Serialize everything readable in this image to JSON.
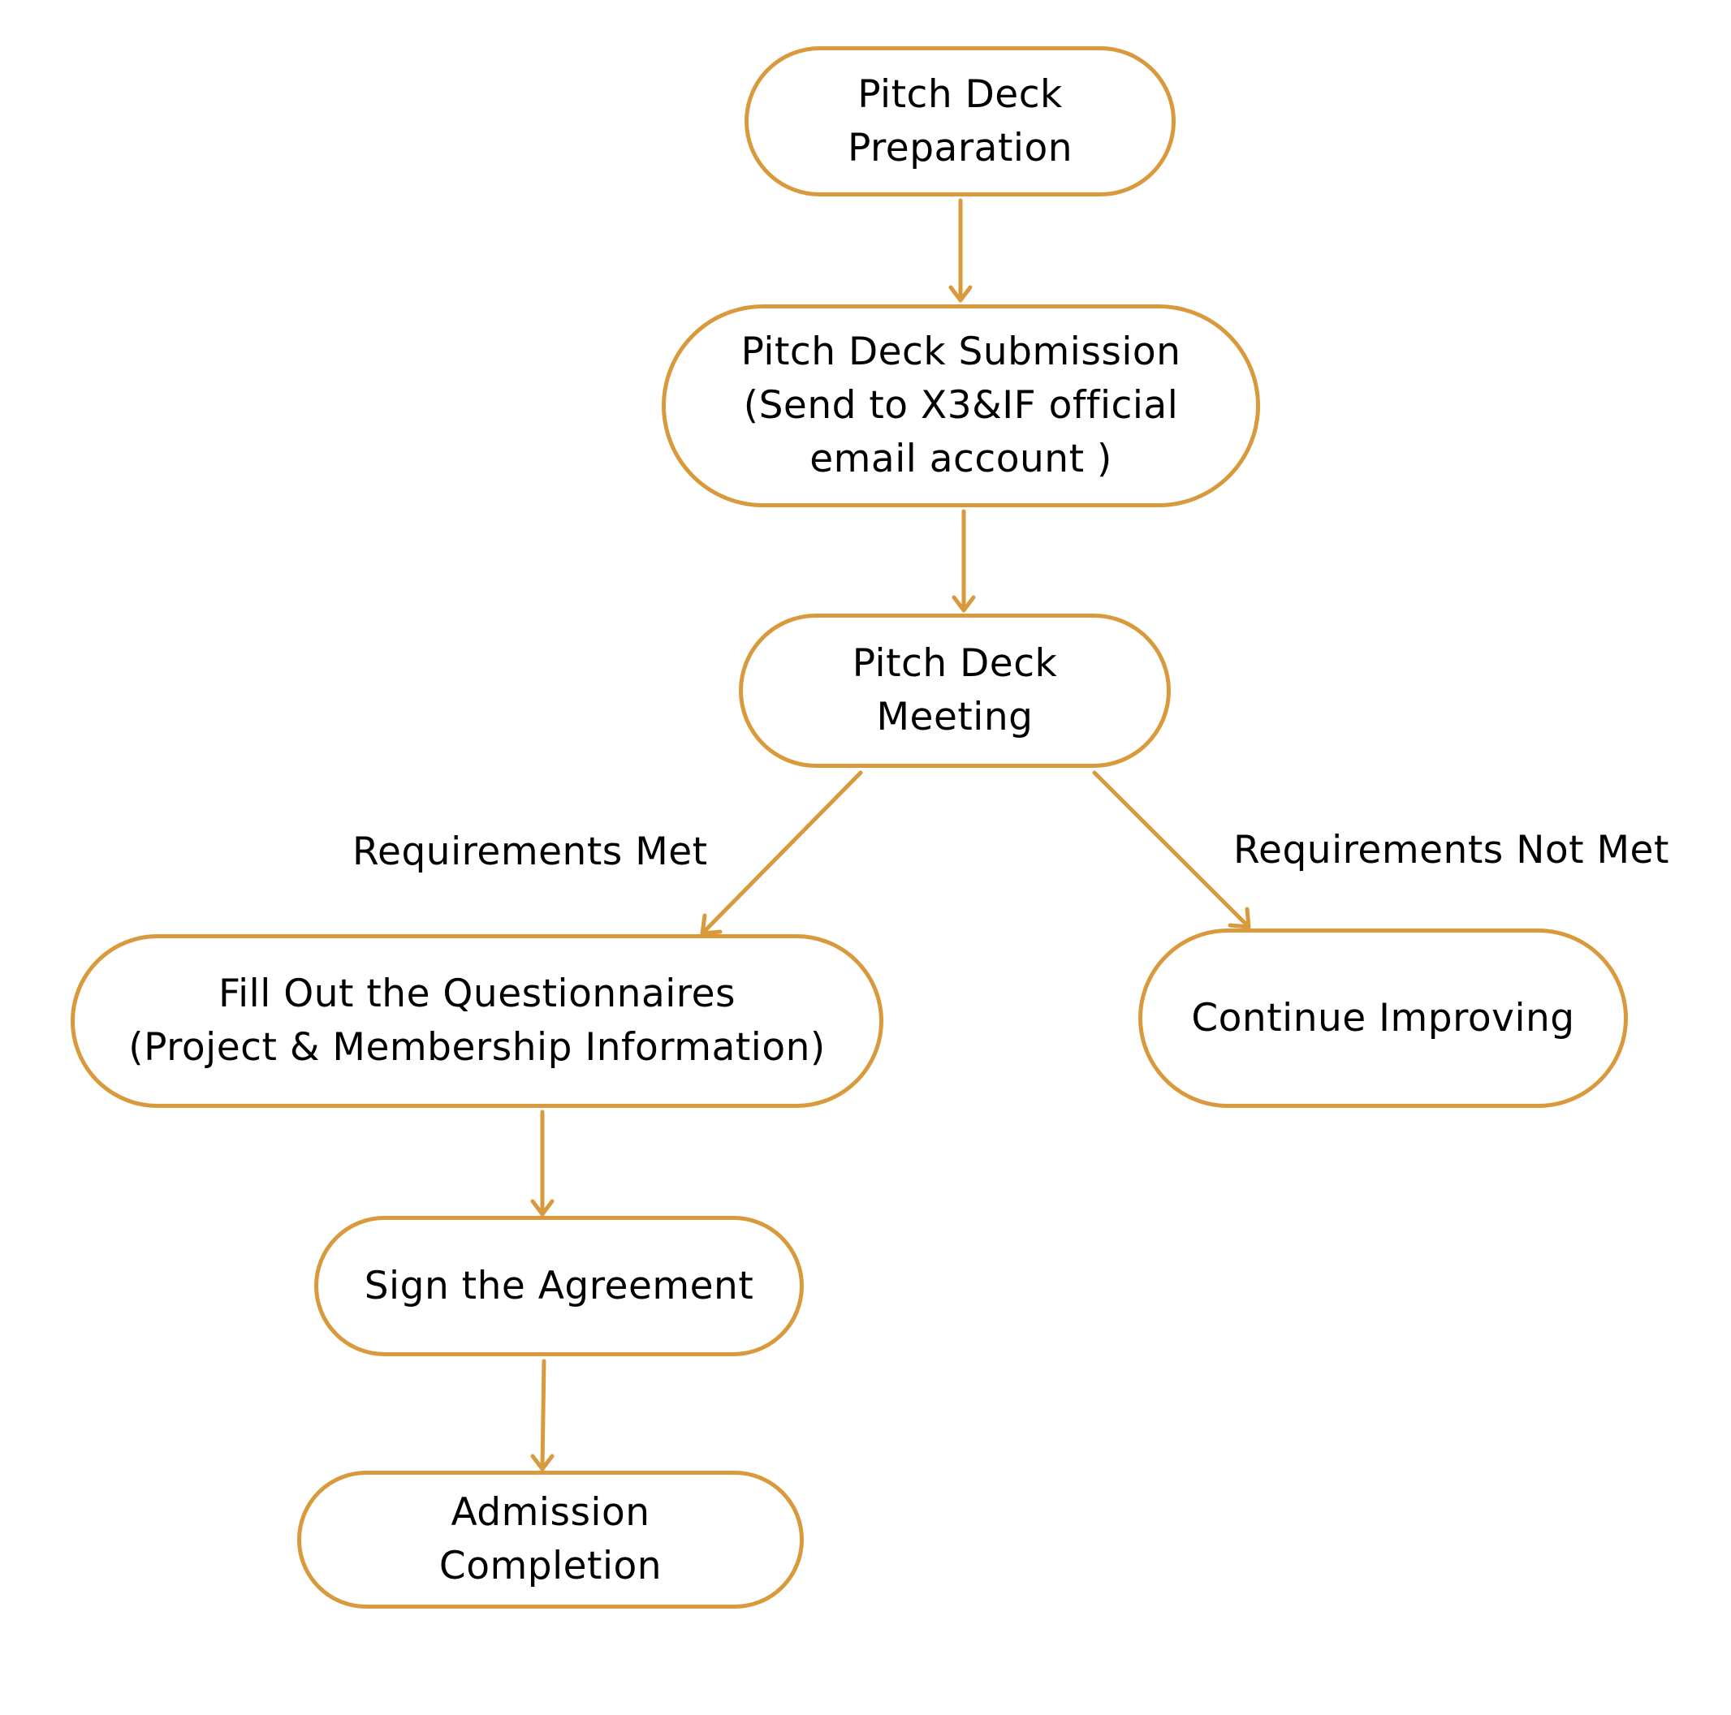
{
  "colors": {
    "accent": "#D89A3C",
    "text": "#000000",
    "background": "#FFFFFF"
  },
  "nodes": {
    "preparation": {
      "lines": [
        "Pitch Deck",
        "Preparation"
      ]
    },
    "submission": {
      "lines": [
        "Pitch Deck Submission",
        "(Send to X3&IF official",
        "email account )"
      ]
    },
    "meeting": {
      "lines": [
        "Pitch Deck",
        "Meeting"
      ]
    },
    "questionnaires": {
      "lines": [
        "Fill Out the Questionnaires",
        "(Project & Membership Information)"
      ]
    },
    "continue": {
      "lines": [
        "Continue Improving"
      ]
    },
    "agreement": {
      "lines": [
        "Sign the Agreement"
      ]
    },
    "completion": {
      "lines": [
        "Admission",
        "Completion"
      ]
    }
  },
  "edge_labels": {
    "met": "Requirements Met",
    "not_met": "Requirements Not Met"
  }
}
